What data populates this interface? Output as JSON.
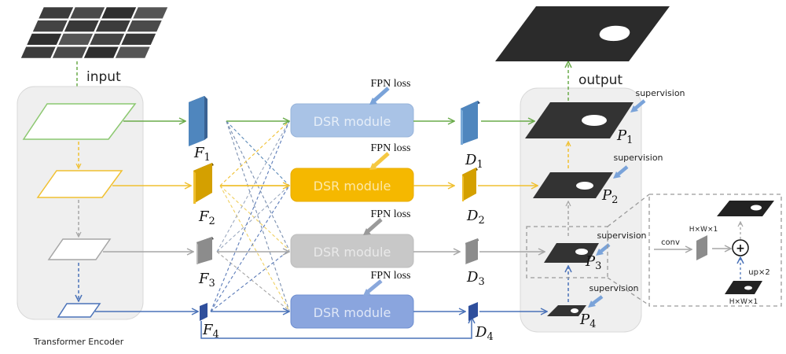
{
  "title": "Transformer encoder + DSR module segmentation pipeline",
  "colors": {
    "green": "#6aab4a",
    "yellow": "#f0c030",
    "gray": "#a6a6a6",
    "blue": "#4a72b8",
    "dsr_blue": "#a9c3e6",
    "dsr_yellow": "#f5b800",
    "dsr_gray": "#c8c8c8",
    "dsr_darkblue": "#8aa5de",
    "f1": "#4f86be",
    "f2": "#d4a000",
    "f3": "#8c8c8c",
    "f4": "#2f4f9c",
    "mask": "#333333",
    "supervision_arrow": "#7aa3d9",
    "panel_bg": "#efefef"
  },
  "labels": {
    "input": "input",
    "output": "output",
    "encoder": "Transformer Encoder",
    "fpn_loss": "FPN loss",
    "dsr_module": "DSR module",
    "supervision": "supervision",
    "conv": "conv",
    "hw1_top": "H×W×1",
    "hw1_bottom": "H×W×1",
    "up": "up×2",
    "plus": "+"
  },
  "features": [
    {
      "name": "F",
      "sub": "1"
    },
    {
      "name": "F",
      "sub": "2"
    },
    {
      "name": "F",
      "sub": "3"
    },
    {
      "name": "F",
      "sub": "4"
    }
  ],
  "decoded": [
    {
      "name": "D",
      "sub": "1"
    },
    {
      "name": "D",
      "sub": "2"
    },
    {
      "name": "D",
      "sub": "3"
    },
    {
      "name": "D",
      "sub": "4"
    }
  ],
  "predictions": [
    {
      "name": "P",
      "sub": "1"
    },
    {
      "name": "P",
      "sub": "2"
    },
    {
      "name": "P",
      "sub": "3"
    },
    {
      "name": "P",
      "sub": "4"
    }
  ]
}
